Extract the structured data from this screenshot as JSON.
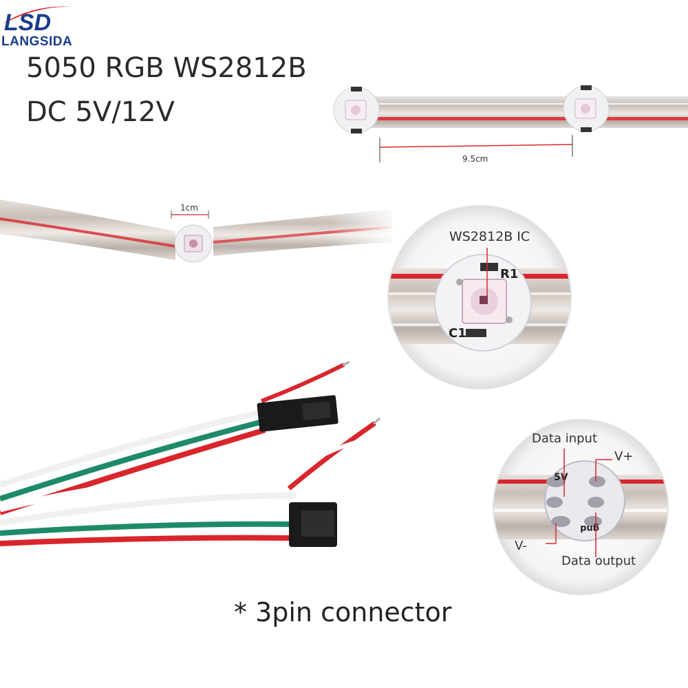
{
  "brand": {
    "logo_letters": "LSD",
    "name": "LANGSIDA"
  },
  "title_lines": [
    "5050 RGB WS2812B",
    "DC 5V/12V"
  ],
  "labels": {
    "spacing": "9.5cm",
    "pixel_size": "1cm",
    "chip": "WS2812B IC",
    "resistor": "R1",
    "capacitor": "C1",
    "pad_5v": "5V",
    "pad_gnd": "gnd",
    "data_input": "Data input",
    "v_plus": "V+",
    "v_minus": "V-",
    "data_output": "Data output"
  },
  "caption": "* 3pin connector",
  "colors": {
    "wire_red": "#d8262c",
    "wire_green": "#1f8a6a",
    "wire_white": "#f2f2f2",
    "connector": "#1a1a1a",
    "logo_blue": "#1a3c8a"
  }
}
